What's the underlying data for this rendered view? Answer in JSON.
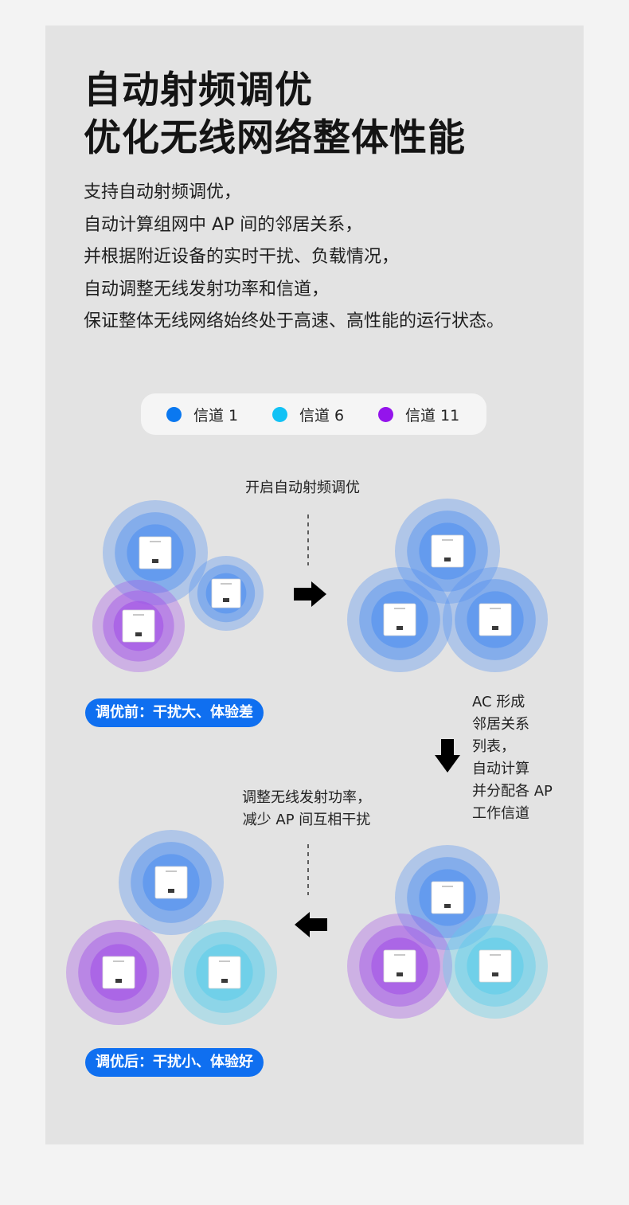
{
  "heading": {
    "line1": "自动射频调优",
    "line2": "优化无线网络整体性能"
  },
  "description": [
    "支持自动射频调优，",
    "自动计算组网中 AP 间的邻居关系，",
    "并根据附近设备的实时干扰、负载情况，",
    "自动调整无线发射功率和信道，",
    "保证整体无线网络始终处于高速、高性能的运行状态。"
  ],
  "legend": [
    {
      "label": "信道 1",
      "color": "#0a78f0"
    },
    {
      "label": "信道 6",
      "color": "#12c2f5"
    },
    {
      "label": "信道 11",
      "color": "#9414ec"
    }
  ],
  "steps": {
    "enable_label": "开启自动射频调优",
    "ac_lines": [
      "AC 形成",
      "邻居关系",
      "列表，",
      "自动计算",
      "并分配各 AP",
      "工作信道"
    ],
    "adjust_lines": [
      "调整无线发射功率，",
      "减少 AP 间互相干扰"
    ]
  },
  "badges": {
    "before": "调优前：干扰大、体验差",
    "after": "调优后：干扰小、体验好"
  },
  "colors": {
    "blue": "#4f8ff0",
    "cyan": "#5dcdea",
    "purple": "#a252e6",
    "pill": "#0f6ff0"
  }
}
